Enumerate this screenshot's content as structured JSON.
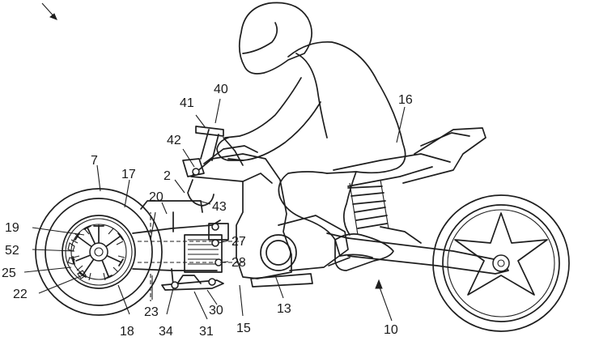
{
  "figure": {
    "labels": [
      {
        "id": "l7",
        "text": "7"
      },
      {
        "id": "l17",
        "text": "17"
      },
      {
        "id": "l2",
        "text": "2"
      },
      {
        "id": "l20",
        "text": "20"
      },
      {
        "id": "l19",
        "text": "19"
      },
      {
        "id": "l52",
        "text": "52"
      },
      {
        "id": "l25",
        "text": "25"
      },
      {
        "id": "l22",
        "text": "22"
      },
      {
        "id": "l23",
        "text": "23"
      },
      {
        "id": "l18",
        "text": "18"
      },
      {
        "id": "l34",
        "text": "34"
      },
      {
        "id": "l31",
        "text": "31"
      },
      {
        "id": "l30",
        "text": "30"
      },
      {
        "id": "l15",
        "text": "15"
      },
      {
        "id": "l13",
        "text": "13"
      },
      {
        "id": "l27",
        "text": "27"
      },
      {
        "id": "l28",
        "text": "28"
      },
      {
        "id": "l43",
        "text": "43"
      },
      {
        "id": "l42",
        "text": "42"
      },
      {
        "id": "l41",
        "text": "41"
      },
      {
        "id": "l40",
        "text": "40"
      },
      {
        "id": "l16",
        "text": "16"
      },
      {
        "id": "l10",
        "text": "10"
      }
    ]
  }
}
